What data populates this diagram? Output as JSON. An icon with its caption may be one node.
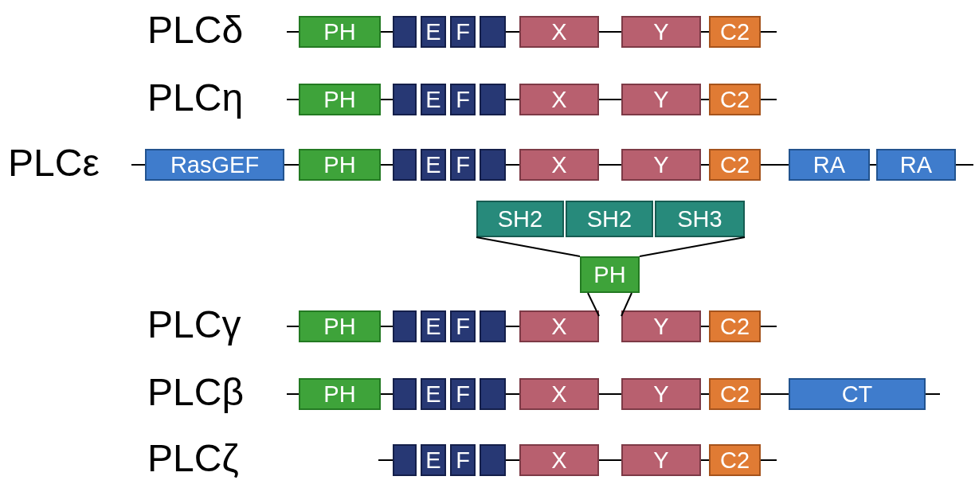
{
  "diagram": {
    "nodes": [
      {
        "text": [
          "PH"
        ]
      },
      {
        "text": [],
        "shape": "box"
      },
      {
        "text": [
          "E"
        ]
      },
      {
        "text": [
          "F"
        ]
      },
      {
        "text": [],
        "shape": "box"
      },
      {
        "text": [
          "X"
        ]
      },
      {
        "text": [
          "Y"
        ]
      },
      {
        "text": [
          "C2"
        ]
      },
      {
        "text": [
          "PH"
        ]
      },
      {
        "text": [],
        "shape": "box"
      },
      {
        "text": [
          "E"
        ]
      },
      {
        "text": [
          "F"
        ]
      },
      {
        "text": [],
        "shape": "box"
      },
      {
        "text": [
          "X"
        ]
      },
      {
        "text": [
          "Y"
        ]
      },
      {
        "text": [
          "C2"
        ]
      },
      {
        "text": [
          "RasGEF"
        ]
      },
      {
        "text": [
          "PH"
        ]
      },
      {
        "text": [],
        "shape": "box"
      },
      {
        "text": [
          "E"
        ]
      },
      {
        "text": [
          "F"
        ]
      },
      {
        "text": [],
        "shape": "box"
      },
      {
        "text": [
          "X"
        ]
      },
      {
        "text": [
          "Y"
        ]
      },
      {
        "text": [
          "C2"
        ]
      },
      {
        "text": [
          "RA"
        ]
      },
      {
        "text": [
          "RA"
        ]
      },
      {
        "text": [
          "SH2"
        ]
      },
      {
        "text": [
          "SH2"
        ]
      },
      {
        "text": [
          "SH3"
        ]
      },
      {
        "text": [
          "PH"
        ]
      },
      {
        "text": [
          "PH"
        ]
      },
      {
        "text": [],
        "shape": "box"
      },
      {
        "text": [
          "E"
        ]
      },
      {
        "text": [
          "F"
        ]
      },
      {
        "text": [],
        "shape": "box"
      },
      {
        "text": [
          "X"
        ]
      },
      {
        "text": [
          "Y"
        ]
      },
      {
        "text": [
          "C2"
        ]
      },
      {
        "text": [
          "PH"
        ]
      },
      {
        "text": [],
        "shape": "box"
      },
      {
        "text": [
          "E"
        ]
      },
      {
        "text": [
          "F"
        ]
      },
      {
        "text": [],
        "shape": "box"
      },
      {
        "text": [
          "X"
        ]
      },
      {
        "text": [
          "Y"
        ]
      },
      {
        "text": [
          "C2"
        ]
      },
      {
        "text": [
          "CT"
        ]
      },
      {
        "text": [],
        "shape": "box"
      },
      {
        "text": [
          "E"
        ]
      },
      {
        "text": [
          "F"
        ]
      },
      {
        "text": [],
        "shape": "box"
      },
      {
        "text": [
          "X"
        ]
      },
      {
        "text": [
          "Y"
        ]
      },
      {
        "text": [
          "C2"
        ]
      }
    ],
    "edges": [
      {
        "from": null,
        "to": 0,
        "arrow": "none"
      },
      {
        "from": 0,
        "to": 1,
        "arrow": "none"
      },
      {
        "from": 4,
        "to": 5,
        "arrow": "none"
      },
      {
        "from": 5,
        "to": 6,
        "arrow": "none"
      },
      {
        "from": 6,
        "to": 7,
        "arrow": "none"
      },
      {
        "from": 7,
        "to": null,
        "arrow": "none"
      },
      {
        "from": null,
        "to": 8,
        "arrow": "none"
      },
      {
        "from": 8,
        "to": 9,
        "arrow": "none"
      },
      {
        "from": 12,
        "to": 13,
        "arrow": "none"
      },
      {
        "from": 13,
        "to": 14,
        "arrow": "none"
      },
      {
        "from": 14,
        "to": 15,
        "arrow": "none"
      },
      {
        "from": 15,
        "to": null,
        "arrow": "none"
      },
      {
        "from": null,
        "to": 16,
        "arrow": "none"
      },
      {
        "from": 16,
        "to": 17,
        "arrow": "none"
      },
      {
        "from": 17,
        "to": 18,
        "arrow": "none"
      },
      {
        "from": 21,
        "to": 22,
        "arrow": "none"
      },
      {
        "from": 22,
        "to": 23,
        "arrow": "none"
      },
      {
        "from": 23,
        "to": 24,
        "arrow": "none"
      },
      {
        "from": 24,
        "to": 25,
        "arrow": "none"
      },
      {
        "from": 25,
        "to": 26,
        "arrow": "none"
      },
      {
        "from": 26,
        "to": null,
        "arrow": "none"
      },
      {
        "from": 30,
        "to": 27,
        "arrow": "none"
      },
      {
        "from": 30,
        "to": 29,
        "arrow": "none"
      },
      {
        "from": null,
        "to": 31,
        "arrow": "none"
      },
      {
        "from": 31,
        "to": 32,
        "arrow": "none"
      },
      {
        "from": 35,
        "to": 36,
        "arrow": "none"
      },
      {
        "from": 36,
        "to": 30,
        "arrow": "none"
      },
      {
        "from": 30,
        "to": 37,
        "arrow": "none"
      },
      {
        "from": 37,
        "to": 38,
        "arrow": "none"
      },
      {
        "from": 38,
        "to": null,
        "arrow": "none"
      },
      {
        "from": null,
        "to": 39,
        "arrow": "none"
      },
      {
        "from": 39,
        "to": 40,
        "arrow": "none"
      },
      {
        "from": 43,
        "to": 44,
        "arrow": "none"
      },
      {
        "from": 44,
        "to": 45,
        "arrow": "none"
      },
      {
        "from": 45,
        "to": 46,
        "arrow": "none"
      },
      {
        "from": 46,
        "to": 47,
        "arrow": "none"
      },
      {
        "from": 47,
        "to": null,
        "arrow": "none"
      },
      {
        "from": null,
        "to": 48,
        "arrow": "none"
      },
      {
        "from": 51,
        "to": 52,
        "arrow": "none"
      },
      {
        "from": 52,
        "to": 53,
        "arrow": "none"
      },
      {
        "from": 53,
        "to": 54,
        "arrow": "none"
      },
      {
        "from": 54,
        "to": null,
        "arrow": "none"
      }
    ],
    "labels": [
      "PLCδ",
      "PLCη",
      "PLCε",
      "PLCγ",
      "PLCβ",
      "PLCζ"
    ]
  }
}
